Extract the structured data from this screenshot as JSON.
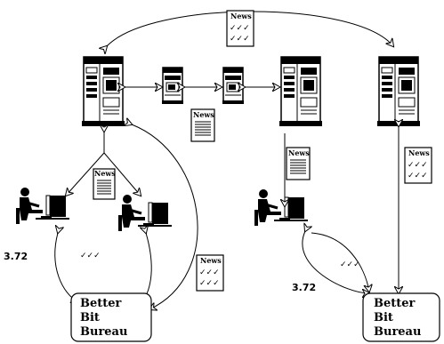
{
  "news_label": "News",
  "check_marks": "✓✓✓",
  "left": {
    "score": "3.72",
    "votes": "✓✓✓",
    "bureau": [
      "Better",
      "Bit",
      "Bureau"
    ]
  },
  "right": {
    "score": "3.72",
    "votes": "✓✓✓",
    "bureau": [
      "Better",
      "Bit",
      "Bureau"
    ]
  }
}
